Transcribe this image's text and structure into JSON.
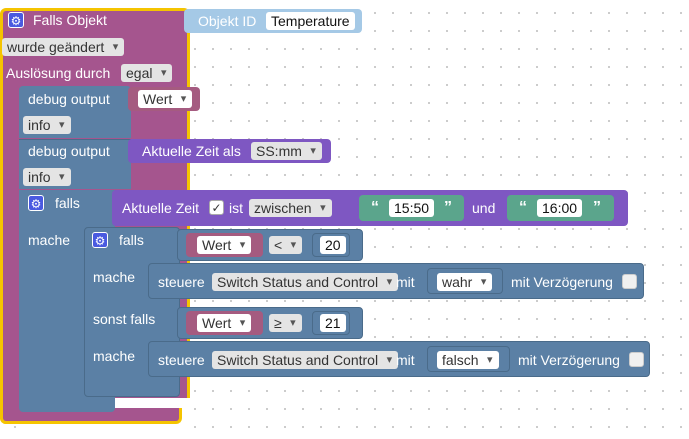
{
  "trigger": {
    "title": "Falls Objekt",
    "object_id_label": "Objekt ID",
    "object_id_value": "Temperature",
    "change_option": "wurde geändert",
    "trigger_label": "Auslösung durch",
    "trigger_option": "egal"
  },
  "debug1": {
    "label": "debug output",
    "value_option": "Wert",
    "level_option": "info"
  },
  "debug2": {
    "label": "debug output",
    "text": "Aktuelle Zeit als",
    "format_option": "SS:mm",
    "level_option": "info"
  },
  "if_outer": {
    "if_label": "falls",
    "do_label": "mache",
    "time_label": "Aktuelle Zeit",
    "is_label": "ist",
    "between_option": "zwischen",
    "start_time": "15:50",
    "and_label": "und",
    "end_time": "16:00"
  },
  "if_inner": {
    "if_label": "falls",
    "do_label": "mache",
    "elseif_label": "sonst falls",
    "do2_label": "mache",
    "cond1": {
      "var_option": "Wert",
      "op_option": "<",
      "value": "20"
    },
    "cond2": {
      "var_option": "Wert",
      "op_option": "≥",
      "value": "21"
    },
    "control1": {
      "steuere": "steuere",
      "target_option": "Switch Status and Control",
      "mit": "mit",
      "value_option": "wahr",
      "delay_label": "mit Verzögerung"
    },
    "control2": {
      "steuere": "steuere",
      "target_option": "Switch Status and Control",
      "mit": "mit",
      "value_option": "falsch",
      "delay_label": "mit Verzögerung"
    }
  },
  "colors": {
    "event_block": "#a5558e",
    "event_highlight": "#f5c400",
    "debug_block": "#5b80a5",
    "time_block": "#7e57c2",
    "compare_block": "#5b80a5",
    "variable_block": "#a55b80",
    "number_block": "#5b80a5",
    "text_block": "#5ba58c",
    "object_id_block": "#a5c9e6"
  }
}
